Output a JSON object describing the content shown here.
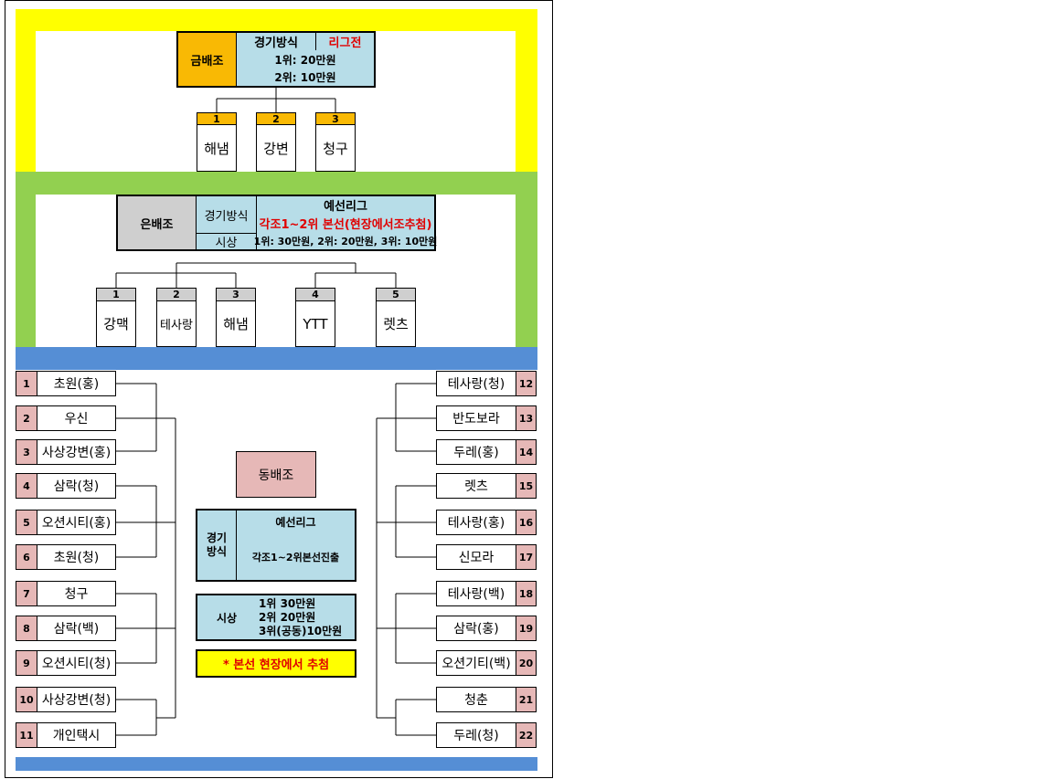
{
  "gold": {
    "title": "금배조",
    "method_label": "경기방식",
    "method_value": "리그전",
    "prize1": "1위: 20만원",
    "prize2": "2위: 10만원",
    "teams": [
      {
        "num": "1",
        "name": "해냄"
      },
      {
        "num": "2",
        "name": "강변"
      },
      {
        "num": "3",
        "name": "청구"
      }
    ]
  },
  "silver": {
    "title": "은배조",
    "method_label": "경기방식",
    "method_value1": "예선리그",
    "method_value2": "각조1~2위 본선(현장에서조추첨)",
    "prize_label": "시상",
    "prize_value": "1위: 30만원, 2위: 20만원, 3위: 10만원",
    "teams": [
      {
        "num": "1",
        "name": "강맥"
      },
      {
        "num": "2",
        "name": "테사랑"
      },
      {
        "num": "3",
        "name": "해냄"
      },
      {
        "num": "4",
        "name": "YTT"
      },
      {
        "num": "5",
        "name": "렛츠"
      }
    ]
  },
  "bronze": {
    "title": "동배조",
    "method_label": "경기\n방식",
    "method_value1": "예선리그",
    "method_value2": "각조1~2위본선진출",
    "prize_label": "시상",
    "prize1": "1위 30만원",
    "prize2": "2위 20만원",
    "prize3": "3위(공동)10만원",
    "note": "* 본선 현장에서 추첨",
    "left": [
      {
        "num": "1",
        "name": "초원(홍)"
      },
      {
        "num": "2",
        "name": "우신"
      },
      {
        "num": "3",
        "name": "사상강변(홍)"
      },
      {
        "num": "4",
        "name": "삼락(청)"
      },
      {
        "num": "5",
        "name": "오션시티(홍)"
      },
      {
        "num": "6",
        "name": "초원(청)"
      },
      {
        "num": "7",
        "name": "청구"
      },
      {
        "num": "8",
        "name": "삼락(백)"
      },
      {
        "num": "9",
        "name": "오션시티(청)"
      },
      {
        "num": "10",
        "name": "사상강변(청)"
      },
      {
        "num": "11",
        "name": "개인택시"
      }
    ],
    "right": [
      {
        "num": "12",
        "name": "테사랑(청)"
      },
      {
        "num": "13",
        "name": "반도보라"
      },
      {
        "num": "14",
        "name": "두레(홍)"
      },
      {
        "num": "15",
        "name": "렛츠"
      },
      {
        "num": "16",
        "name": "테사랑(홍)"
      },
      {
        "num": "17",
        "name": "신모라"
      },
      {
        "num": "18",
        "name": "테사랑(백)"
      },
      {
        "num": "19",
        "name": "삼락(홍)"
      },
      {
        "num": "20",
        "name": "오션기티(백)"
      },
      {
        "num": "21",
        "name": "청춘"
      },
      {
        "num": "22",
        "name": "두레(청)"
      }
    ]
  },
  "colors": {
    "gold_band": "#ffff00",
    "silver_band": "#92d050",
    "bronze_band": "#558ed5",
    "cell_blue": "#b7dde8",
    "gold_cell": "#f9b904",
    "silver_cell": "#cfcfcf",
    "bronze_cell": "#e6b8b7"
  }
}
